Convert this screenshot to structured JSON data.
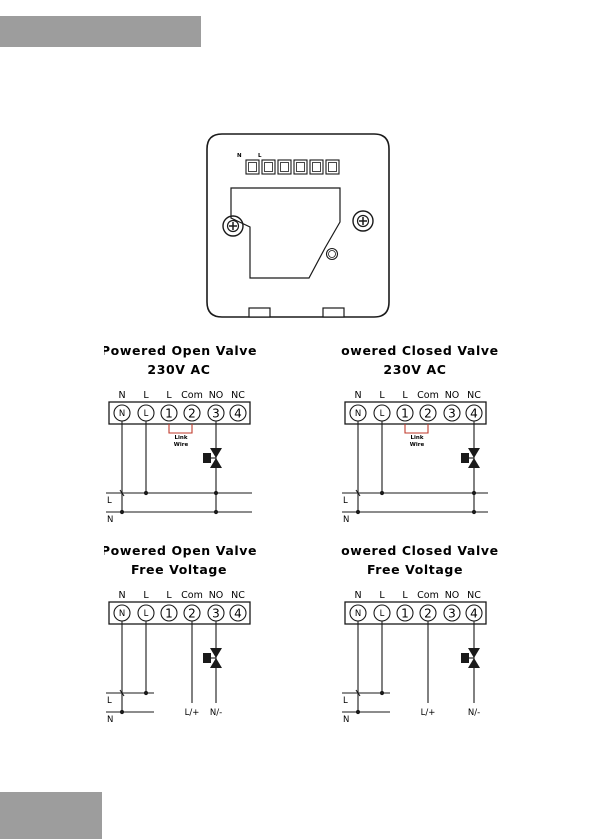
{
  "module": {
    "terminal_labels": [
      "N",
      "L"
    ]
  },
  "terminal_headers": [
    "N",
    "L",
    "L",
    "Com",
    "NO",
    "NC"
  ],
  "terminal_numbers": [
    "1",
    "2",
    "3",
    "4"
  ],
  "terminal_symbols": [
    "N",
    "L"
  ],
  "link_wire_label": [
    "Link",
    "Wire"
  ],
  "rail_labels": [
    "L",
    "N"
  ],
  "free_voltage_outputs": [
    "L/+",
    "N/-"
  ],
  "diagrams": [
    {
      "title_line1": "Powered Open Valve",
      "title_line2": "230V AC"
    },
    {
      "title_line1": "Powered Closed Valve",
      "title_line2": "230V AC"
    },
    {
      "title_line1": "Powered Open Valve",
      "title_line2": "Free Voltage"
    },
    {
      "title_line1": "Powered Closed Valve",
      "title_line2": "Free Voltage"
    }
  ],
  "colors": {
    "header_bar": "#9d9d9d",
    "link_wire": "#c0392b",
    "line": "#1a1a1a"
  }
}
